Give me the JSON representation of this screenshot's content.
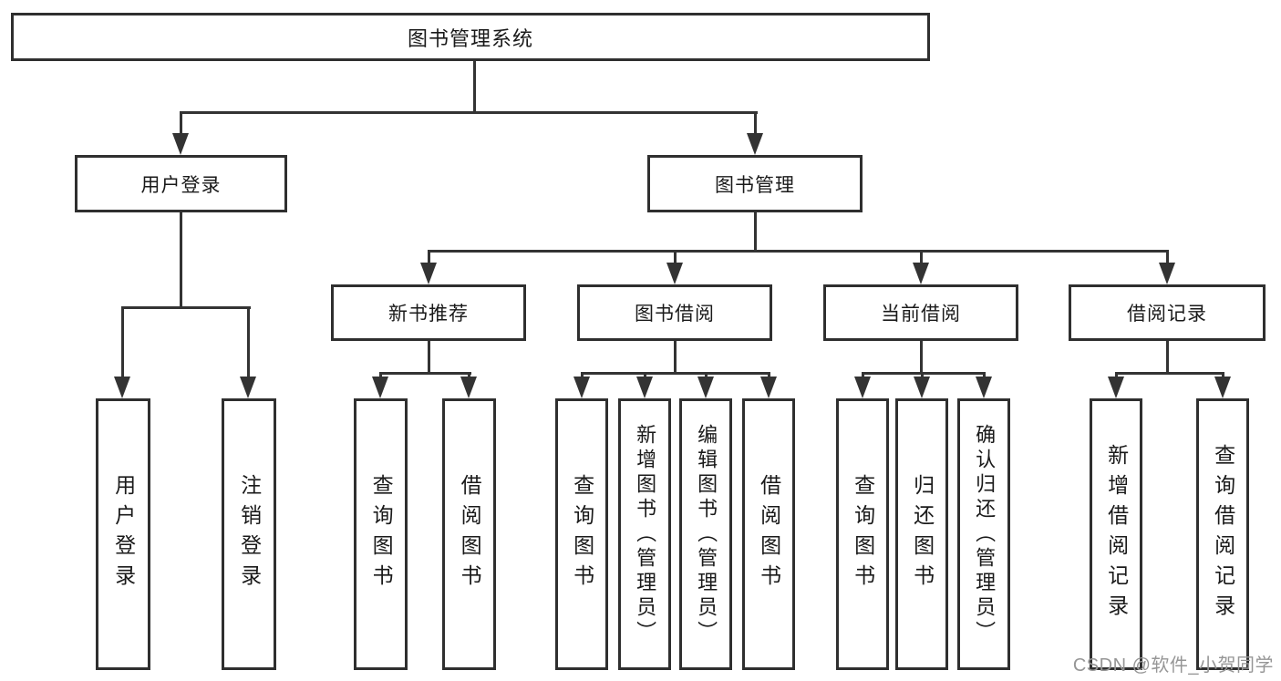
{
  "colors": {
    "line": "#333333",
    "box_border": "#2f2f2f",
    "text": "#1a1a1a",
    "background": "#ffffff",
    "watermark": "#969696"
  },
  "watermark": "CSDN @软件_小贺同学",
  "tree": {
    "root": {
      "label": "图书管理系统",
      "children": [
        {
          "label": "用户登录",
          "children": [
            {
              "label": "用户登录"
            },
            {
              "label": "注销登录"
            }
          ]
        },
        {
          "label": "图书管理",
          "children": [
            {
              "label": "新书推荐",
              "children": [
                {
                  "label": "查询图书"
                },
                {
                  "label": "借阅图书"
                }
              ]
            },
            {
              "label": "图书借阅",
              "children": [
                {
                  "label": "查询图书"
                },
                {
                  "label": "新增图书（管理员）"
                },
                {
                  "label": "编辑图书（管理员）"
                },
                {
                  "label": "借阅图书"
                }
              ]
            },
            {
              "label": "当前借阅",
              "children": [
                {
                  "label": "查询图书"
                },
                {
                  "label": "归还图书"
                },
                {
                  "label": "确认归还（管理员）"
                }
              ]
            },
            {
              "label": "借阅记录",
              "children": [
                {
                  "label": "新增借阅记录"
                },
                {
                  "label": "查询借阅记录"
                }
              ]
            }
          ]
        }
      ]
    }
  }
}
